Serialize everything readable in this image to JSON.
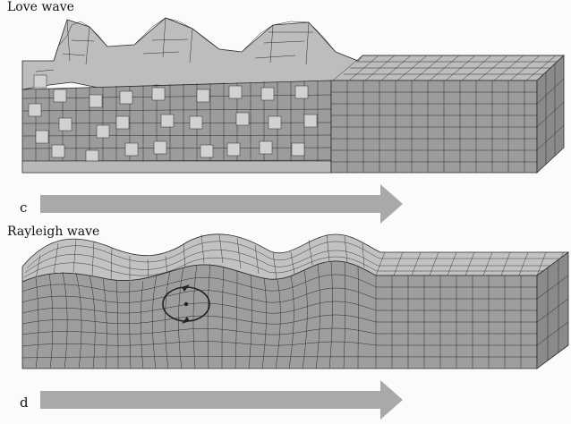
{
  "panels": [
    {
      "title": "Love wave",
      "letter": "c"
    },
    {
      "title": "Rayleigh wave",
      "letter": "d"
    }
  ],
  "colors": {
    "top_face": "#bdbdbd",
    "front_face": "#9c9c9c",
    "side_face": "#8a8a8a",
    "grid_line": "#2a2a2a",
    "arrow": "#a9a9a9",
    "orbit": "#222222"
  },
  "icons": [
    "propagation-arrow",
    "particle-orbit-ellipse"
  ]
}
